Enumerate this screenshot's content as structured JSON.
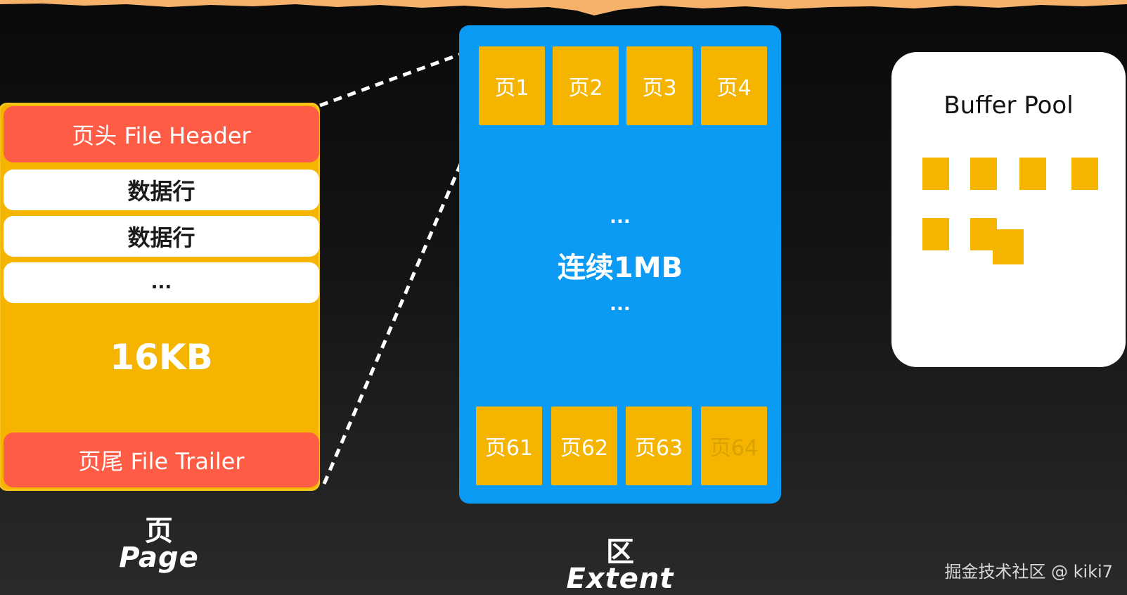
{
  "page": {
    "header": "页头 File Header",
    "rows": [
      "数据行",
      "数据行",
      "..."
    ],
    "size": "16KB",
    "trailer": "页尾 File Trailer",
    "caption_cn": "页",
    "caption_en": "Page"
  },
  "extent": {
    "top_pages": [
      "页1",
      "页2",
      "页3",
      "页4"
    ],
    "bottom_pages": [
      "页61",
      "页62",
      "页63",
      "页64"
    ],
    "ellipsis_top": "...",
    "label": "连续1MB",
    "ellipsis_bottom": "...",
    "caption_cn": "区",
    "caption_en": "Extent"
  },
  "buffer_pool": {
    "title": "Buffer Pool"
  },
  "watermark": "掘金技术社区 @ kiki7",
  "colors": {
    "page_yellow": "#f4b400",
    "header_red": "#ff5c45",
    "extent_blue": "#0b9bf5",
    "torn_paper": "#f6b26b"
  }
}
